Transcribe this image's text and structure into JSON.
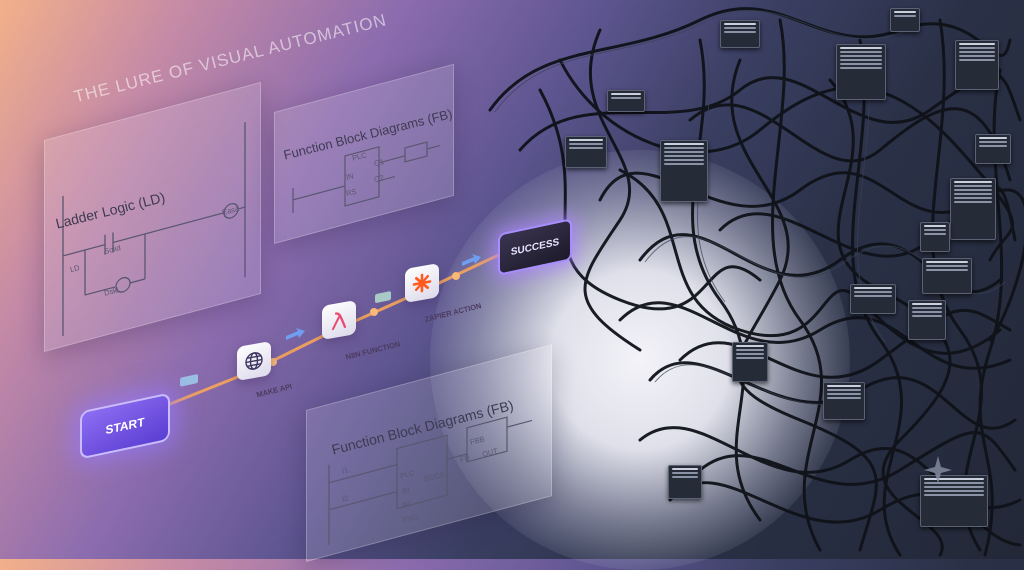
{
  "headline": "THE LURE OF VISUAL AUTOMATION",
  "panels": {
    "ladder": {
      "title": "Ladder Logic (LD)",
      "labels": [
        "LD",
        "Solid",
        "Dskl",
        "Easa"
      ]
    },
    "fb_top": {
      "title": "Function Block Diagrams (FB)",
      "labels": [
        "PLC",
        "Q1",
        "Q2",
        "IN",
        "RS"
      ]
    },
    "fb_bottom": {
      "title": "Function Block Diagrams (FB)",
      "labels": [
        "I1",
        "I2",
        "PLC",
        "BOCK",
        "IN",
        "IN",
        "ENO",
        "FB",
        "FBB",
        "OUT"
      ]
    }
  },
  "flow": {
    "start": "START",
    "nodes": [
      {
        "label": "MAKE API",
        "icon": "globe-icon"
      },
      {
        "label": "N8N FUNCTION",
        "icon": "lambda-icon"
      },
      {
        "label": "ZAPIER ACTION",
        "icon": "asterisk-icon"
      }
    ],
    "success": "SUCCESS"
  },
  "colors": {
    "start": "#6b4fe0",
    "connector": "#f0a25e",
    "success_border": "#a88dff",
    "zapier": "#ff5a1f",
    "n8n": "#ea4b71",
    "cable": "#0f1218"
  }
}
